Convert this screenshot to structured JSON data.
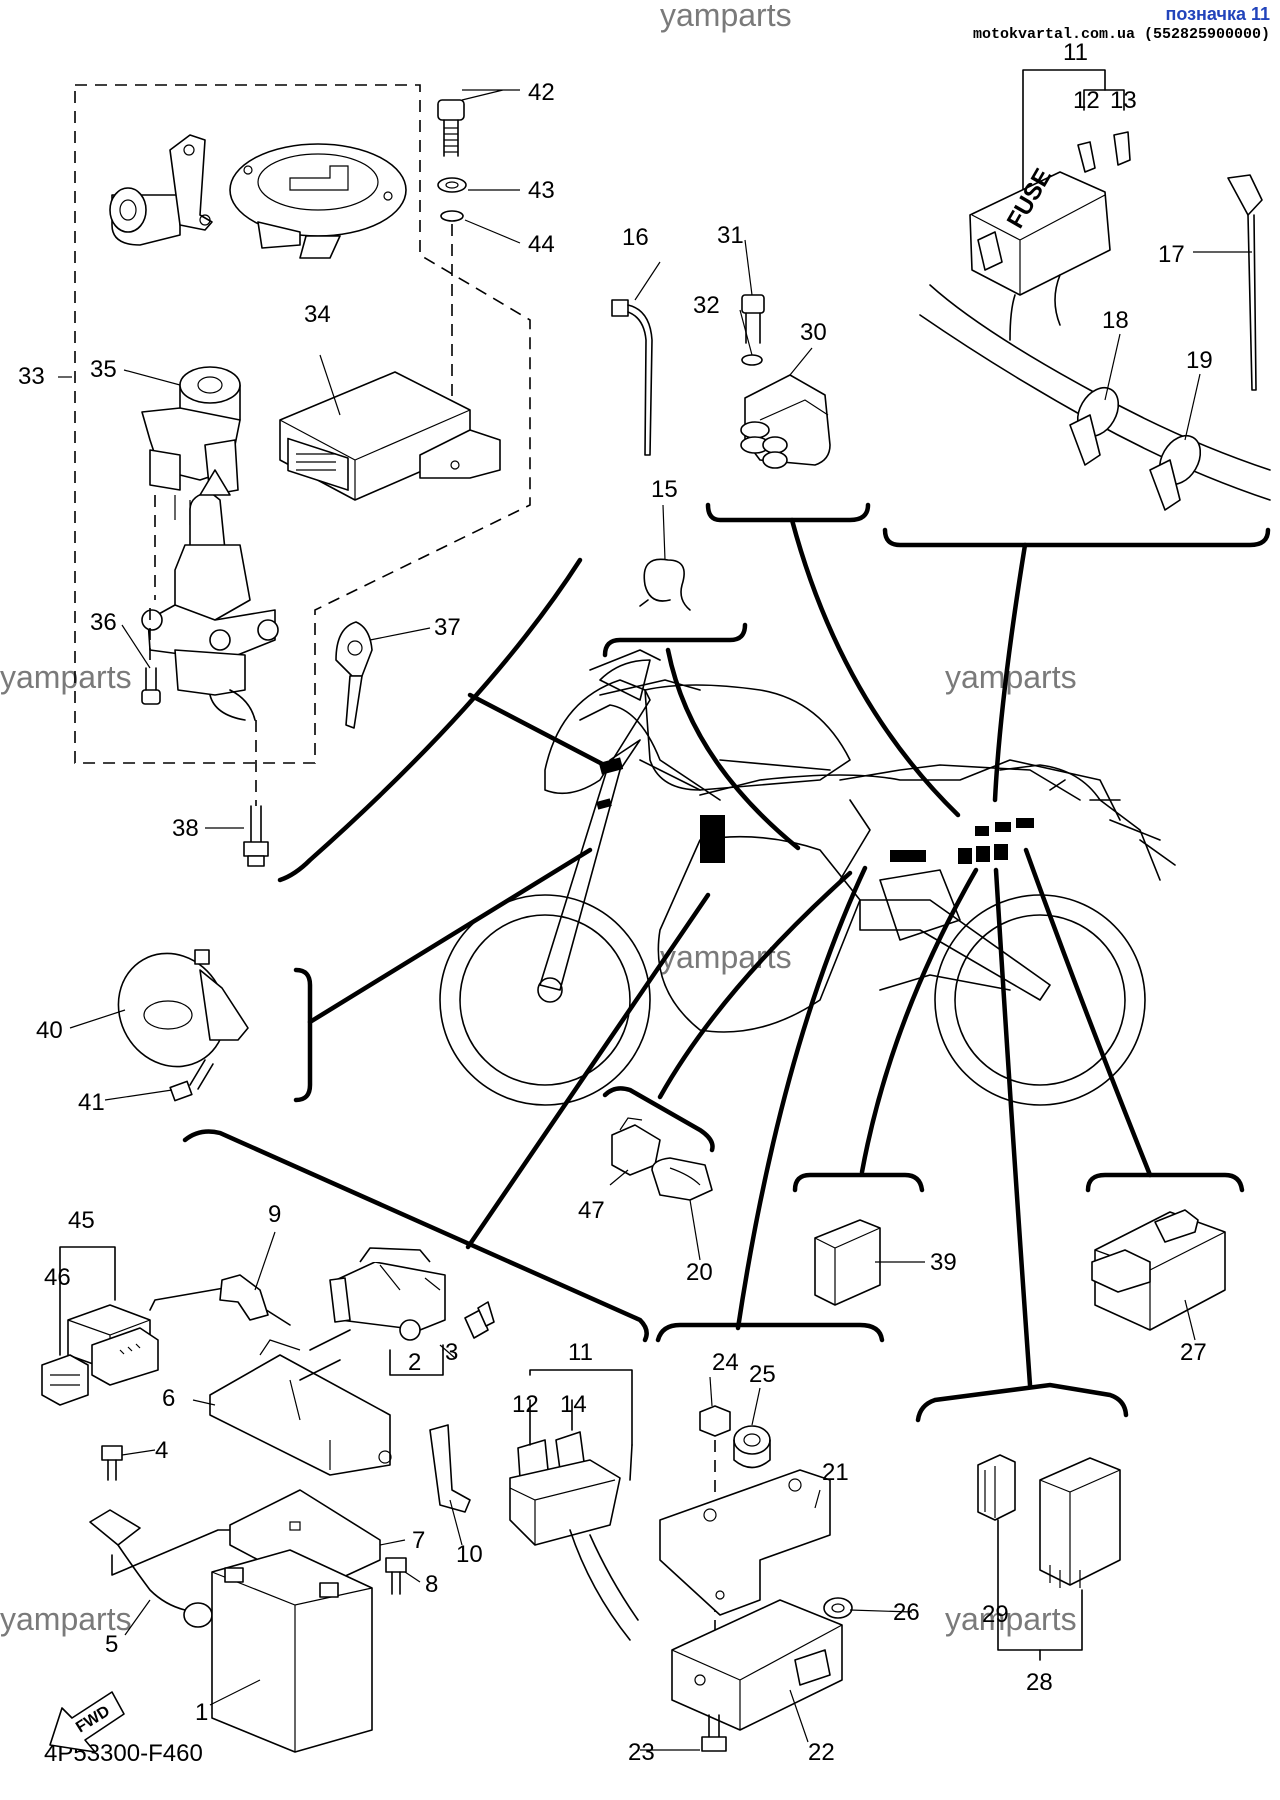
{
  "header": {
    "tag_label": "позначка 11",
    "source_credit": "motokvartal.com.ua (552825900000)"
  },
  "watermark": "yamparts",
  "fwd_label": "FWD",
  "fuse_label": "FUSE",
  "diagram_code": "4P53300-F460",
  "callouts": {
    "n1": "1",
    "n2": "2",
    "n3": "3",
    "n4": "4",
    "n5": "5",
    "n6": "6",
    "n7": "7",
    "n8": "8",
    "n9": "9",
    "n10": "10",
    "n11a": "11",
    "n11b": "11",
    "n12a": "12",
    "n12b": "12",
    "n13": "13",
    "n14": "14",
    "n15": "15",
    "n16": "16",
    "n17": "17",
    "n18": "18",
    "n19": "19",
    "n20": "20",
    "n21": "21",
    "n22": "22",
    "n23": "23",
    "n24": "24",
    "n25": "25",
    "n26": "26",
    "n27": "27",
    "n28": "28",
    "n29": "29",
    "n30": "30",
    "n31": "31",
    "n32": "32",
    "n33": "33",
    "n34": "34",
    "n35": "35",
    "n36": "36",
    "n37": "37",
    "n38": "38",
    "n39": "39",
    "n40": "40",
    "n41": "41",
    "n42": "42",
    "n43": "43",
    "n44": "44",
    "n45": "45",
    "n46": "46",
    "n47": "47"
  }
}
